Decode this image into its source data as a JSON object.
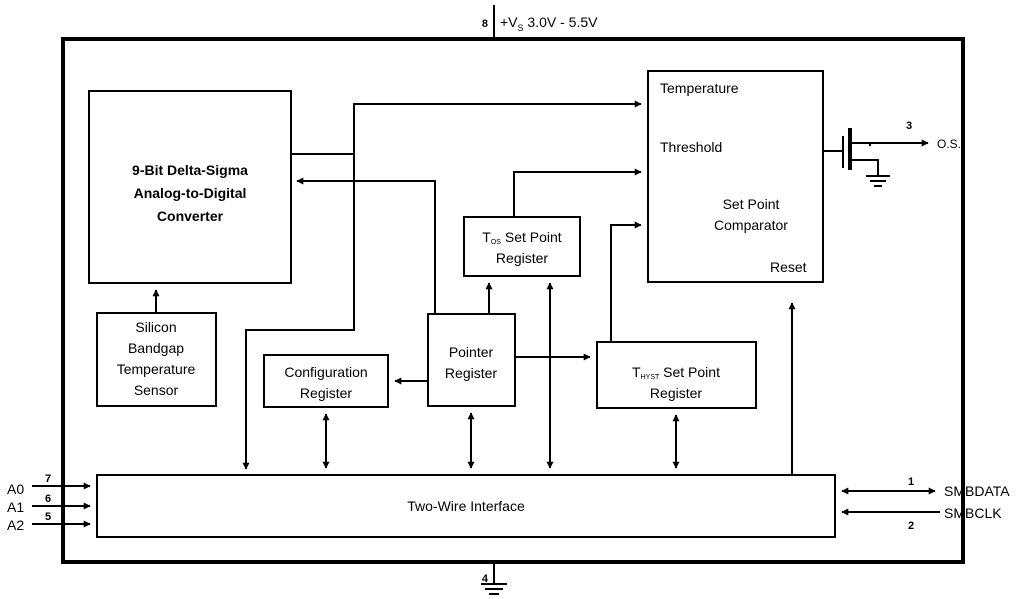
{
  "supply": {
    "pin": "8",
    "prefix": "+V",
    "sub": "S",
    "suffix": " 3.0V - 5.5V"
  },
  "ground_pin": "4",
  "blocks": {
    "adc": [
      "9-Bit Delta-Sigma",
      "Analog-to-Digital",
      "Converter"
    ],
    "sensor": [
      "Silicon",
      "Bandgap",
      "Temperature",
      "Sensor"
    ],
    "comparator": {
      "temperature": "Temperature",
      "threshold": "Threshold",
      "set_point": [
        "Set Point",
        "Comparator"
      ],
      "reset": "Reset"
    },
    "tos": {
      "t": "T",
      "sub": "OS",
      "rest": " Set Point",
      "line2": "Register"
    },
    "thyst": {
      "t": "T",
      "sub": "HYST",
      "rest": " Set Point",
      "line2": "Register"
    },
    "pointer": [
      "Pointer",
      "Register"
    ],
    "config": [
      "Configuration",
      "Register"
    ],
    "interface": "Two-Wire Interface"
  },
  "pins": {
    "os": {
      "num": "3",
      "label": "O.S."
    },
    "smbdata": {
      "num": "1",
      "label": "SMBDATA"
    },
    "smbclk": {
      "num": "2",
      "label": "SMBCLK"
    },
    "a0": {
      "num": "7",
      "label": "A0"
    },
    "a1": {
      "num": "6",
      "label": "A1"
    },
    "a2": {
      "num": "5",
      "label": "A2"
    }
  }
}
